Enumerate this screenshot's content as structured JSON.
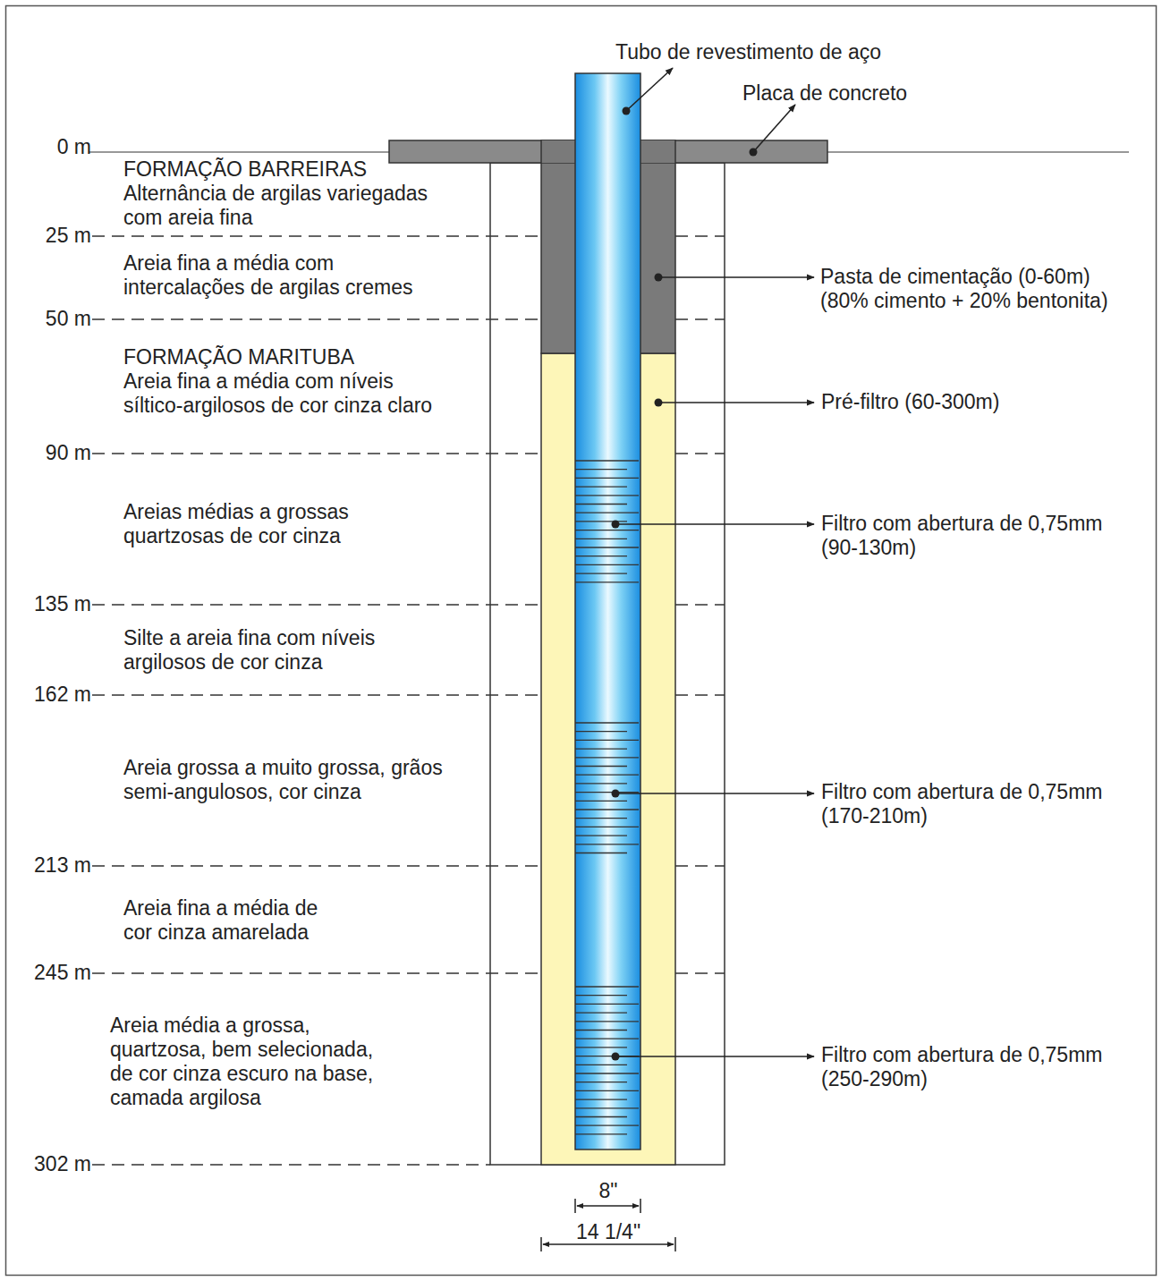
{
  "diagram": {
    "labels": [
      "Tubo de revestimento de aço",
      "Placa de concreto",
      "0 m",
      "FORMAÇÃO BARREIRAS",
      "Alternância de argilas variegadas com areia fina",
      "25 m",
      "Areia fina a média com intercalações de argilas cremes",
      "Pasta de cimentação (0-60m) (80% cimento + 20% bentonita)",
      "50 m",
      "FORMAÇÃO MARITUBA",
      "Areia fina a média com níveis síltico-argilosos de cor cinza claro",
      "Pré-filtro (60-300m)",
      "90 m",
      "Areias médias a grossas quartzosas de cor cinza",
      "Filtro com abertura de 0,75mm (90-130m)",
      "135 m",
      "Silte a areia fina com níveis argilosos de cor cinza",
      "162 m",
      "Areia grossa a muito grossa, grãos semi-angulosos, cor cinza",
      "Filtro com abertura de 0,75mm (170-210m)",
      "213 m",
      "Areia fina a média de cor cinza amarelada",
      "245 m",
      "Areia média a grossa, quartzosa, bem selecionada, de cor cinza escuro na base, camada argilosa",
      "Filtro com abertura de 0,75mm (250-290m)",
      "302 m",
      "8\"",
      "14 1/4\""
    ]
  }
}
